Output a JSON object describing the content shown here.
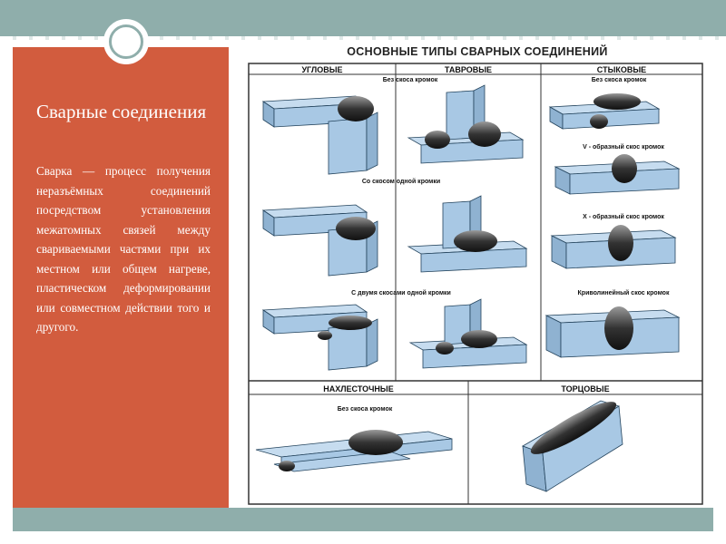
{
  "slide": {
    "title": "Сварные соединения",
    "body": "Сварка — процесс получения неразъёмных соединений посредством установления межатомных связей между свариваемыми частями при их местном или общем нагреве, пластическом деформировании или совместном действии того и другого."
  },
  "poster": {
    "title": "ОСНОВНЫЕ ТИПЫ СВАРНЫХ СОЕДИНЕНИЙ",
    "columns": [
      "УГЛОВЫЕ",
      "ТАВРОВЫЕ",
      "СТЫКОВЫЕ"
    ],
    "bottom_columns": [
      "НАХЛЕСТОЧНЫЕ",
      "ТОРЦОВЫЕ"
    ],
    "notes": {
      "no_bevel_top": "Без скоса кромок",
      "no_bevel_butt": "Без скоса кромок",
      "single_bevel": "Со скосом одной кромки",
      "v_groove": "V - образный скос кромок",
      "x_groove": "X - образный скос кромок",
      "double_bevel": "С двумя скосами одной кромки",
      "curved_bevel": "Криволинейный скос кромок",
      "no_bevel_lap": "Без скоса кромок"
    }
  },
  "colors": {
    "accent": "#d25c3e",
    "band": "#8faeab",
    "steel": "#a8c8e4",
    "weld": "#2a2a2a"
  }
}
